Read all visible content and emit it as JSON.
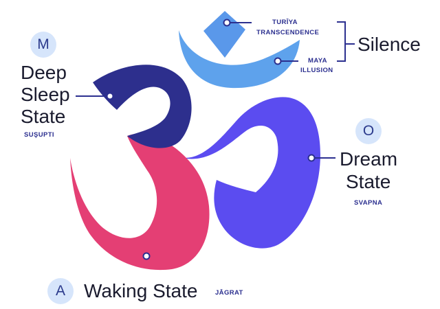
{
  "colors": {
    "m_stroke": "#2d2f8d",
    "a_stroke": "#e43f74",
    "u_stroke": "#5b4cf0",
    "chandrabindu": "#5ea2ec",
    "bindu": "#5a98ea",
    "connector": "#2b2f8f",
    "badge_bg": "#d6e5fb",
    "text": "#1a1b2e"
  },
  "parts": {
    "m": {
      "letter": "M",
      "title_lines": [
        "Deep",
        "Sleep",
        "State"
      ],
      "subtitle": "SUŞUPTI"
    },
    "o": {
      "letter": "O",
      "title_lines": [
        "Dream",
        "State"
      ],
      "subtitle": "SVAPNA"
    },
    "a": {
      "letter": "A",
      "title": "Waking State",
      "subtitle": "JĀGRAT"
    },
    "turiya": {
      "line1": "TURĪYA",
      "line2": "TRANSCENDENCE"
    },
    "maya": {
      "line1": "MAYA",
      "line2": "ILLUSION"
    },
    "silence": "Silence"
  }
}
